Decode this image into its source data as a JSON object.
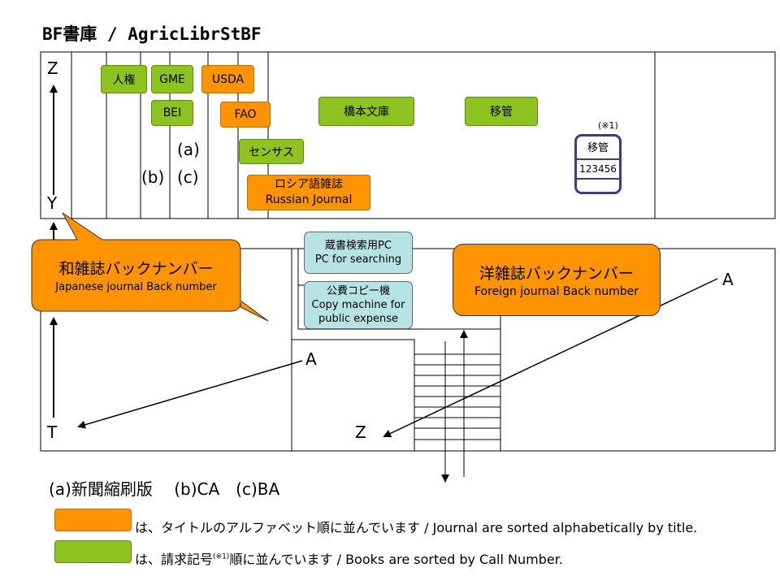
{
  "title": "BF書庫 / AgricLibrStBF",
  "shelves_top": {
    "jinken": "人権",
    "gme": "GME",
    "usda": "USDA",
    "bei": "BEI",
    "fao": "FAO",
    "census": "センサス",
    "russian_jp": "ロシア語雑誌",
    "russian_en": "Russian Journal",
    "hashimoto": "橋本文庫",
    "ikan1": "移管",
    "note_mark": "(※1)",
    "ikan2": "移管",
    "ikan2_number": "123456"
  },
  "shelf_markers": {
    "a": "(a)",
    "b": "(b)",
    "c": "(c)"
  },
  "axis_labels": {
    "z_top": "Z",
    "y": "Y",
    "t": "T",
    "a_mid": "A",
    "z_mid": "Z",
    "a_right": "A"
  },
  "callouts": {
    "japanese_jp": "和雑誌バックナンバー",
    "japanese_en": "Japanese journal Back number",
    "foreign_jp": "洋雑誌バックナンバー",
    "foreign_en": "Foreign journal Back number"
  },
  "facilities": {
    "pc_jp": "蔵書検索用PC",
    "pc_en": "PC for searching",
    "copy_jp": "公費コピー機",
    "copy_en1": "Copy machine for",
    "copy_en2": "public expense"
  },
  "footnotes": {
    "abc": "(a)新聞縮刷版　 (b)CA　(c)BA"
  },
  "legend": {
    "orange_text": "は、タイトルのアルファベット順に並んでいます / Journal are sorted alphabetically by title.",
    "green_text_1": "は、請求記号",
    "green_sup": "(※1)",
    "green_text_2": "順に並んでいます / Books are sorted by Call Number."
  },
  "colors": {
    "orange": "#FF9400",
    "green": "#8DC21F",
    "teal": "#B7E3E4",
    "navy": "#3A3A8C"
  }
}
